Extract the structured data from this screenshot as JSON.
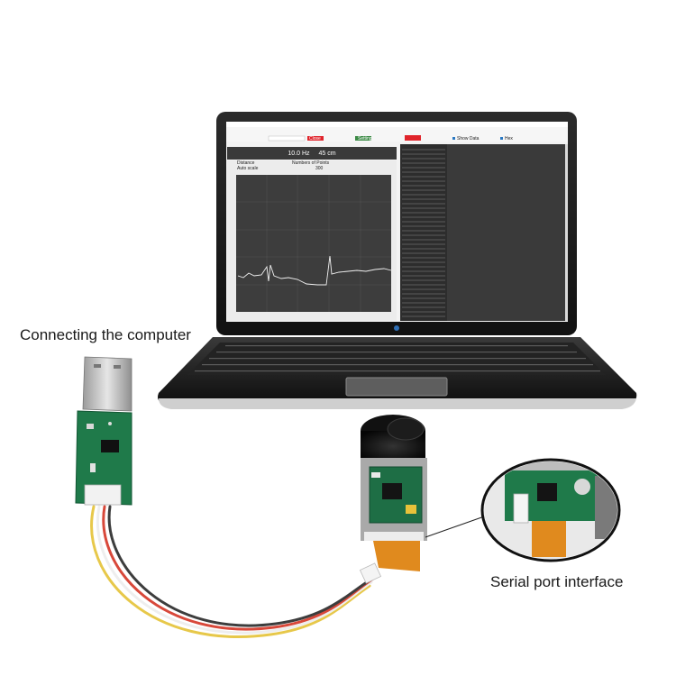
{
  "captions": {
    "connecting": "Connecting the computer",
    "serial": "Serial port interface"
  },
  "screen": {
    "frequency": "10.0 Hz",
    "distance": "45 cm",
    "label_distance": "Distance",
    "label_auto_scale": "Auto scale",
    "label_samples": "Numbers of Points",
    "samples_value": "300",
    "button_red": "Close",
    "button_green": "Setting",
    "check_save": "Show Data",
    "check_hex": "Hex"
  },
  "colors": {
    "laptop_body": "#1b1b1b",
    "keyboard": "#2a2a2a",
    "pcb_green": "#1f7a4a",
    "usb_metal": "#c8c8c8",
    "wire_yellow": "#e7c84a",
    "wire_red": "#d8483a",
    "wire_white": "#eeeeee",
    "plot_line": "#333333",
    "console_bg": "#2d2d2d"
  }
}
